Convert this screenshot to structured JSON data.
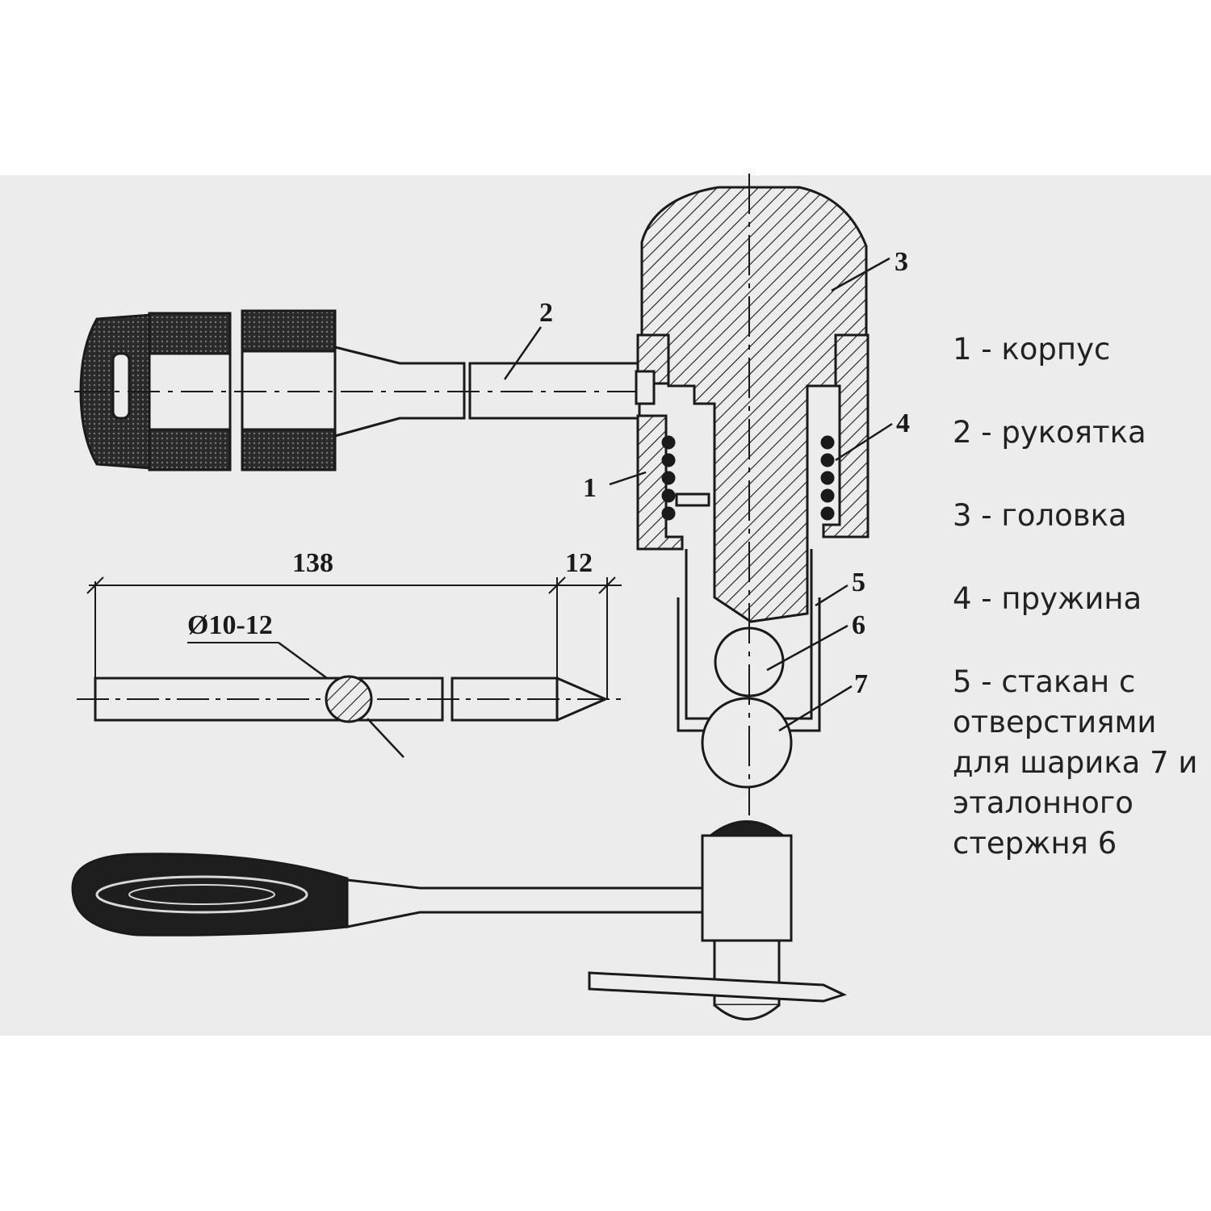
{
  "callouts": {
    "c1": "1",
    "c2": "2",
    "c3": "3",
    "c4": "4",
    "c5": "5",
    "c6": "6",
    "c7": "7"
  },
  "dimensions": {
    "length": "138",
    "tip": "12",
    "diameter": "Ø10-12"
  },
  "legend": [
    "1 - корпус",
    "2 - рукоятка",
    "3 - головка",
    "4 - пружина",
    "5 - стакан с отверстиями для шарика 7 и эталонного стержня 6"
  ],
  "colors": {
    "panel": "#ececec",
    "ink": "#1a1a1a"
  }
}
